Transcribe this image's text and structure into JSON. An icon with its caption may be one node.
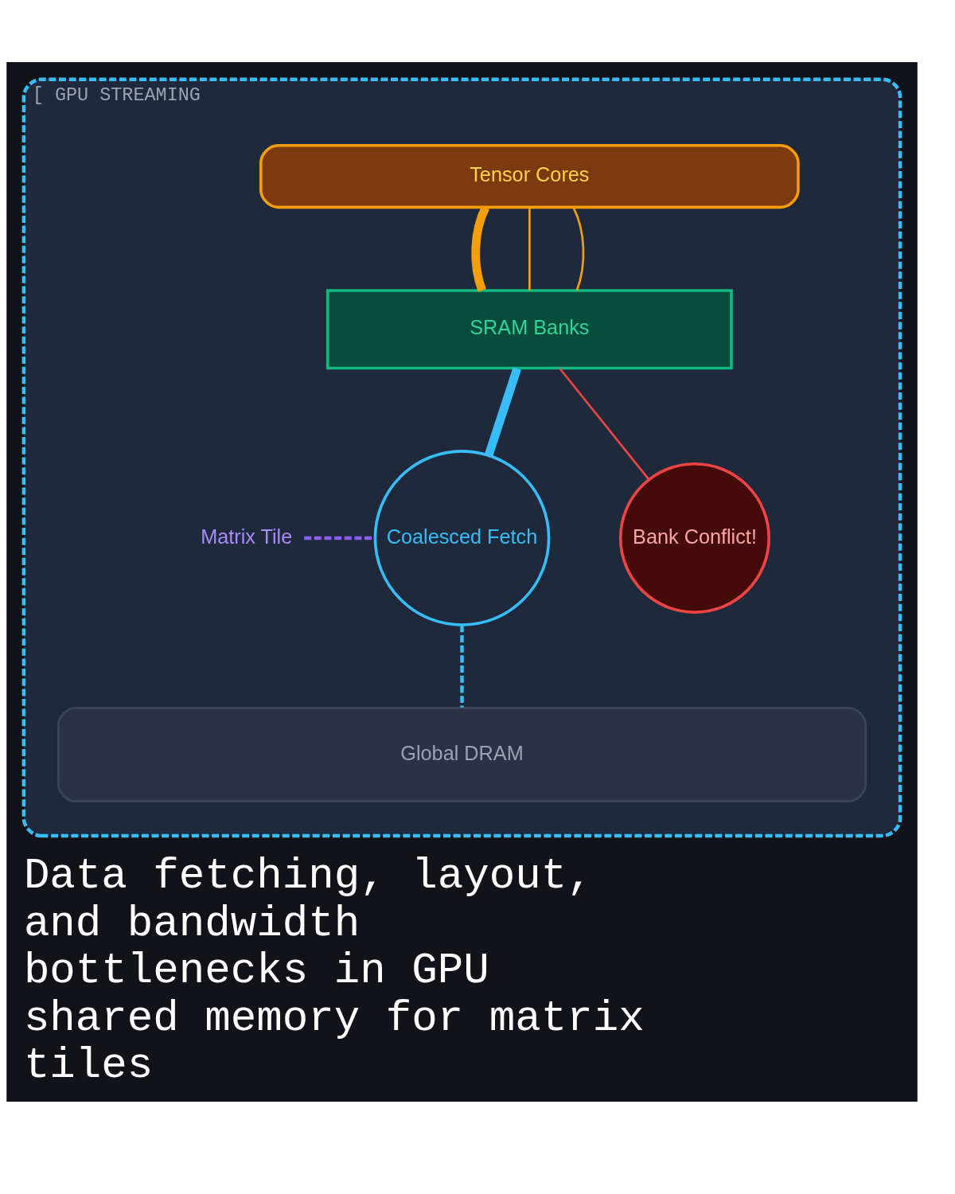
{
  "diagram": {
    "title": "Data fetching, layout, and bandwidth bottlenecks in GPU shared memory for matrix tiles",
    "nodes": [
      {
        "text": [
          "[ GPU STREAMING"
        ]
      },
      {
        "text": [
          "Tensor Cores"
        ],
        "in": 0
      },
      {
        "text": [
          "SRAM Banks"
        ],
        "in": 0
      },
      {
        "text": [
          "Matrix Tile"
        ],
        "in": 0
      },
      {
        "text": [
          "Coalesced Fetch"
        ],
        "in": 0
      },
      {
        "text": [
          "Bank Conflict!"
        ],
        "in": 0
      },
      {
        "text": [
          "Global DRAM"
        ],
        "in": 0
      }
    ],
    "edges": [
      {
        "from": 1,
        "to": 2,
        "arrow": "none",
        "style": "thick",
        "color": "#f59e0b"
      },
      {
        "from": 1,
        "to": 2,
        "arrow": "none",
        "color": "#f59e0b"
      },
      {
        "from": 1,
        "to": 2,
        "arrow": "none",
        "color": "#f59e0b"
      },
      {
        "from": 2,
        "to": 4,
        "arrow": "none",
        "style": "thick",
        "color": "#38bdf8"
      },
      {
        "from": 2,
        "to": 5,
        "arrow": "none",
        "color": "#ef4444"
      },
      {
        "from": 3,
        "to": 4,
        "arrow": "none",
        "style": "dashed",
        "color": "#8b5cf6"
      },
      {
        "from": 4,
        "to": 6,
        "arrow": "none",
        "style": "dashed",
        "color": "#38bdf8"
      }
    ]
  }
}
